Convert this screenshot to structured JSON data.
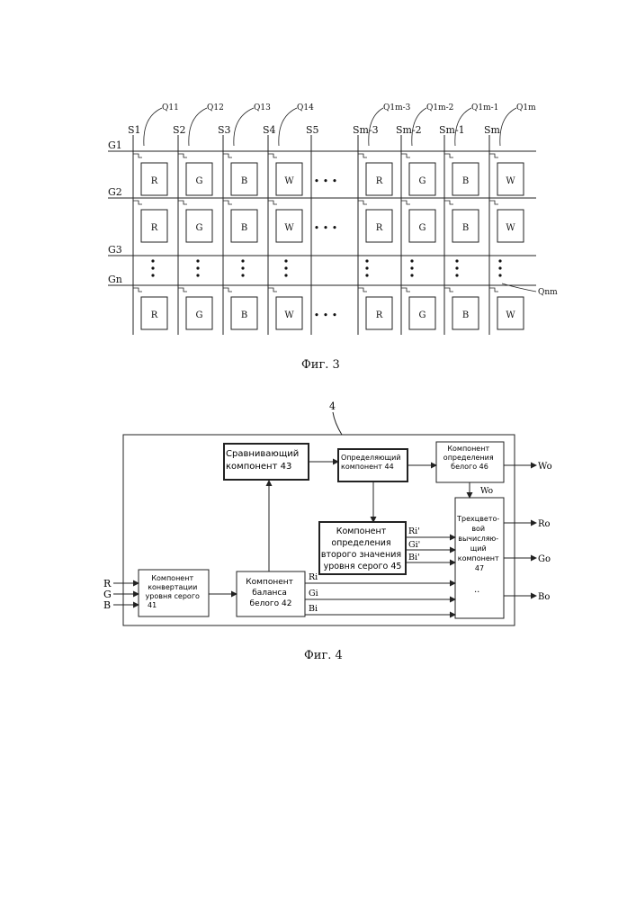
{
  "figure3": {
    "caption": "Фиг. 3",
    "source_lines": [
      "S1",
      "S2",
      "S3",
      "S4",
      "S5",
      "Sm-3",
      "Sm-2",
      "Sm-1",
      "Sm"
    ],
    "gate_lines": [
      "G1",
      "G2",
      "G3",
      "Gn"
    ],
    "transistors_top": [
      "Q11",
      "Q12",
      "Q13",
      "Q14",
      "Q1m-3",
      "Q1m-2",
      "Q1m-1",
      "Q1m"
    ],
    "transistor_bottom": "Qnm",
    "pixel_columns": [
      "R",
      "G",
      "B",
      "W",
      "R",
      "G",
      "B",
      "W"
    ],
    "ellipsis": "• • •"
  },
  "figure4": {
    "caption": "Фиг. 4",
    "block_ref": "4",
    "inputs": [
      "R",
      "G",
      "B"
    ],
    "blocks": {
      "b41": [
        "Компонент",
        "конвертации",
        "уровня серого",
        "41"
      ],
      "b42": [
        "Компонент",
        "баланса",
        "белого 42"
      ],
      "b43": [
        "Сравнивающий",
        "компонент 43"
      ],
      "b44": [
        "Определяющий",
        "компонент 44"
      ],
      "b45": [
        "Компонент",
        "определения",
        "второго значения",
        "уровня серого 45"
      ],
      "b46": [
        "Компонент",
        "определения",
        "белого 46"
      ],
      "b47": [
        "Трехцвето-",
        "вой",
        "вычисляю-",
        "щий",
        "компонент",
        "47"
      ]
    },
    "signals": {
      "ri": "Ri",
      "gi": "Gi",
      "bi": "Bi",
      "ri2": "Ri'",
      "gi2": "Gi'",
      "bi2": "Bi'",
      "wo_inner": "Wo",
      "dots": ".."
    },
    "outputs": [
      "Wo",
      "Ro",
      "Go",
      "Bo"
    ]
  }
}
